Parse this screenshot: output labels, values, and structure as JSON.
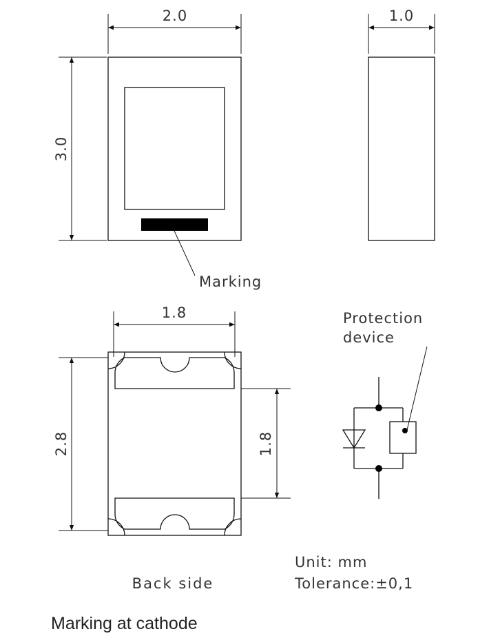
{
  "dimensions": {
    "top_width": "2.0",
    "side_thickness": "1.0",
    "top_height": "3.0",
    "back_width": "1.8",
    "back_height": "2.8",
    "pad_spacing": "1.8"
  },
  "labels": {
    "marking": "Marking",
    "protection_line1": "Protection",
    "protection_line2": "device",
    "back_side": "Back side",
    "unit": "Unit:  mm",
    "tolerance": "Tolerance:±0,1",
    "caption": "Marking at cathode"
  }
}
